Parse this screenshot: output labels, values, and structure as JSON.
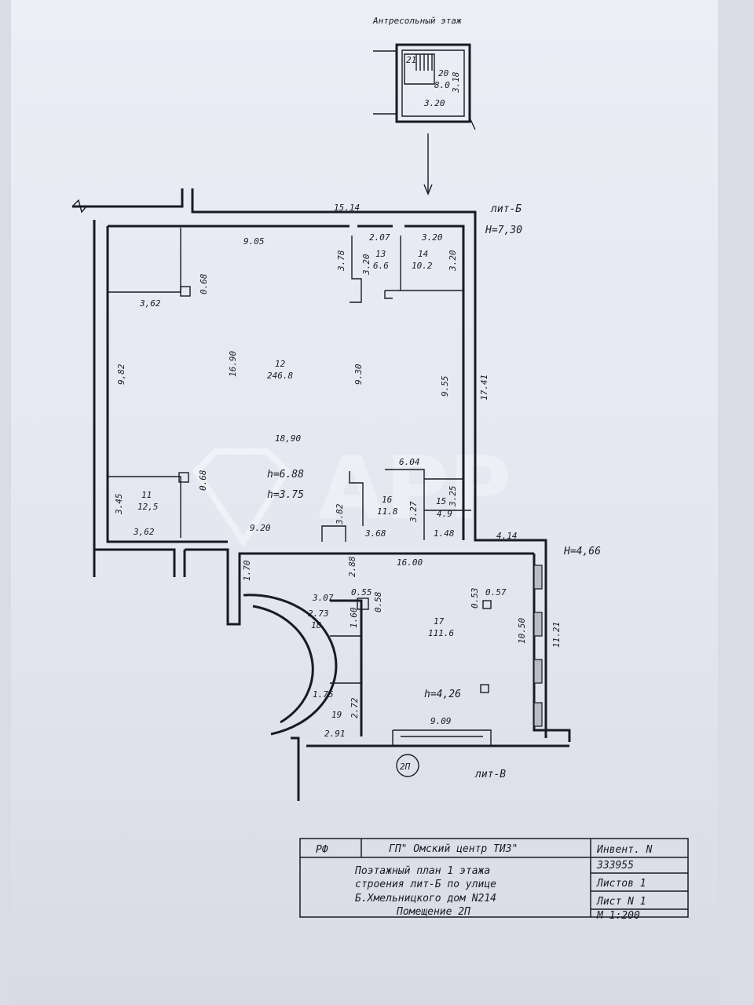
{
  "mezzanine": {
    "title": "Антресольный этаж",
    "room21": "21",
    "room20": "20",
    "area20": "8.0",
    "dim_w": "3.20",
    "dim_h": "3.18"
  },
  "header": {
    "lit": "лит-Б",
    "height": "Н=7,30",
    "top_dim": "15.14"
  },
  "dims": {
    "d905": "9.05",
    "d207": "2.07",
    "d320a": "3.20",
    "d378": "3.78",
    "d320b": "3.20",
    "d320c": "3.20",
    "d362a": "3,62",
    "d068a": "0.68",
    "d982": "9,82",
    "d1690": "16.90",
    "d930": "9.30",
    "d955": "9.55",
    "d1741": "17.41",
    "d1890": "18,90",
    "d604": "6.04",
    "d068b": "0.68",
    "d345": "3.45",
    "d362b": "3,62",
    "d382": "3.82",
    "d327": "3.27",
    "d325": "3.25",
    "d920": "9.20",
    "d368": "3.68",
    "d148": "1.48",
    "d414": "4.14",
    "d170": "1.70",
    "d288": "2.88",
    "d1600": "16.00",
    "d307": "3.07",
    "d055": "0.55",
    "d058": "0.58",
    "d053": "0.53",
    "d057": "0.57",
    "d273": "2.73",
    "d160": "1.60",
    "d1050": "10.50",
    "d1121": "11.21",
    "d175": "1.75",
    "d272": "2.72",
    "d909": "9.09",
    "d291": "2.91"
  },
  "heights": {
    "h688": "h=6.88",
    "h375": "h=3.75",
    "h426": "h=4,26",
    "h466": "Н=4,66"
  },
  "rooms": {
    "r13": {
      "num": "13",
      "area": "6.6"
    },
    "r14": {
      "num": "14",
      "area": "10.2"
    },
    "r12": {
      "num": "12",
      "area": "246.8"
    },
    "r11": {
      "num": "11",
      "area": "12,5"
    },
    "r16": {
      "num": "16",
      "area": "11.8"
    },
    "r15": {
      "num": "15",
      "area": "4.9"
    },
    "r17": {
      "num": "17",
      "area": "111.6"
    },
    "r18": {
      "num": "18"
    },
    "r19": {
      "num": "19"
    }
  },
  "marker": "2П",
  "lit_v": "лит-В",
  "watermark": "APP",
  "title_block": {
    "rf": "РФ",
    "org": "ГП\" Омский центр ТИЗ\"",
    "desc_lines": [
      "Поэтажный план 1 этажа",
      "строения лит-Б по улице",
      "Б.Хмельницкого дом N214",
      "Помещение 2П"
    ],
    "inv_label": "Инвент. N",
    "inv_num": "333955",
    "sheets": "Листов 1",
    "sheet": "Лист N 1",
    "scale": "М 1:200"
  }
}
